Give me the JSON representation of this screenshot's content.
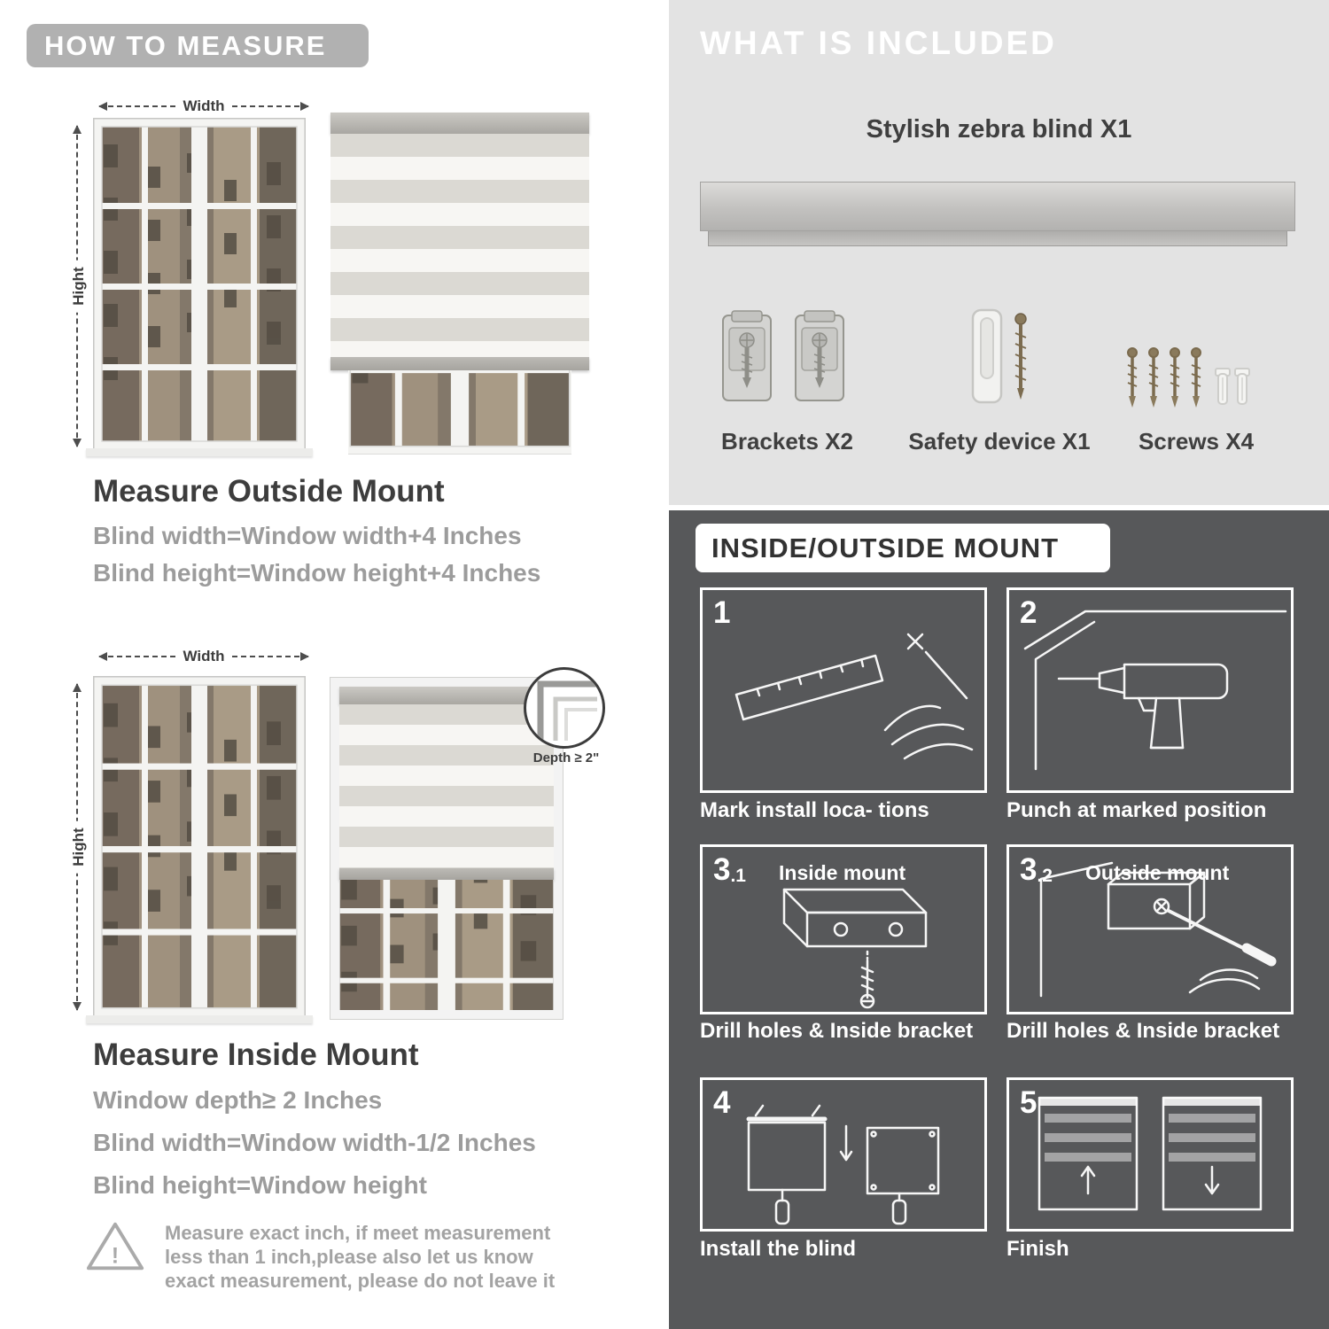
{
  "left": {
    "header": "HOW TO MEASURE",
    "outside": {
      "width_label": "Width",
      "height_label": "Hight",
      "title": "Measure Outside Mount",
      "line1": "Blind width=Window width+4 Inches",
      "line2": "Blind height=Window height+4 Inches"
    },
    "inside": {
      "width_label": "Width",
      "height_label": "Hight",
      "depth_label": "Depth ≥ 2\"",
      "title": "Measure Inside Mount",
      "line1": "Window depth≥ 2 Inches",
      "line2": "Blind width=Window width-1/2 Inches",
      "line3": "Blind height=Window height"
    },
    "note": {
      "mark": "!",
      "text": "Measure exact inch, if meet measurement less than 1 inch,please also let us know exact measurement, please do not leave it"
    }
  },
  "right": {
    "included": {
      "header": "WHAT IS INCLUDED",
      "blind_label": "Stylish zebra blind X1",
      "items": [
        {
          "label": "Brackets X2"
        },
        {
          "label": "Safety device X1"
        },
        {
          "label": "Screws X4"
        }
      ]
    },
    "mount": {
      "header": "INSIDE/OUTSIDE MOUNT",
      "steps": [
        {
          "num": "1",
          "num_small": "",
          "sub": "",
          "caption": "Mark install loca- tions"
        },
        {
          "num": "2",
          "num_small": "",
          "sub": "",
          "caption": "Punch at  marked position"
        },
        {
          "num": "3",
          "num_small": ".1",
          "sub": "Inside mount",
          "caption": "Drill holes &  Inside bracket"
        },
        {
          "num": "3",
          "num_small": ".2",
          "sub": "Outside mount",
          "caption": "Drill holes &  Inside bracket"
        },
        {
          "num": "4",
          "num_small": "",
          "sub": "",
          "caption": "Install the blind"
        },
        {
          "num": "5",
          "num_small": "",
          "sub": "",
          "caption": "Finish"
        }
      ]
    }
  },
  "colors": {
    "banner_gray": "#b1b1b1",
    "light_panel": "#e3e3e3",
    "dark_panel": "#57585a",
    "title_text": "#3f3f3f",
    "muted_text": "#9c9c9c",
    "white": "#ffffff"
  }
}
